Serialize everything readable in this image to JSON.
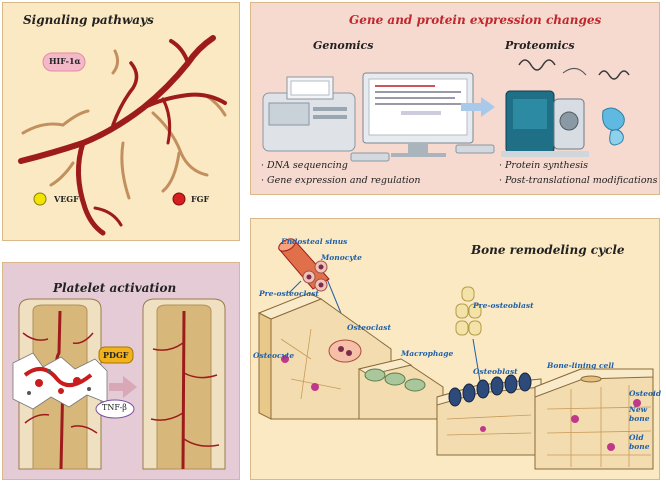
{
  "signaling": {
    "title": "Signaling pathways",
    "hif": "HIF-1α",
    "vegf": "VEGF",
    "fgf": "FGF"
  },
  "gene": {
    "title": "Gene and protein expression changes",
    "genomics": "Genomics",
    "proteomics": "Proteomics",
    "genomics_items": [
      "· DNA sequencing",
      "· Gene expression and regulation"
    ],
    "proteomics_items": [
      "· Protein synthesis",
      "· Post-translational modifications"
    ]
  },
  "platelet": {
    "title": "Platelet activation",
    "pdgf": "PDGF",
    "tnf": "TNF-β"
  },
  "bone": {
    "title": "Bone remodeling cycle",
    "labels": {
      "endosteal": "Endosteal sinus",
      "monocyte": "Monocyte",
      "preosteoclast": "Pre-osteoclast",
      "osteoclast": "Osteoclast",
      "osteocyte": "Osteocyte",
      "macrophage": "Macrophage",
      "preosteoblast": "Pre-osteoblast",
      "osteoblast": "Osteoblast",
      "lining": "Bone-lining cell",
      "osteoid": "Osteoid",
      "new_bone": "New bone",
      "old_bone": "Old bone"
    }
  },
  "colors": {
    "vessel": "#9e1b1b",
    "vessel_light": "#c2905e",
    "title_red": "#c0282d",
    "bone_blue": "#1f5fa8"
  }
}
